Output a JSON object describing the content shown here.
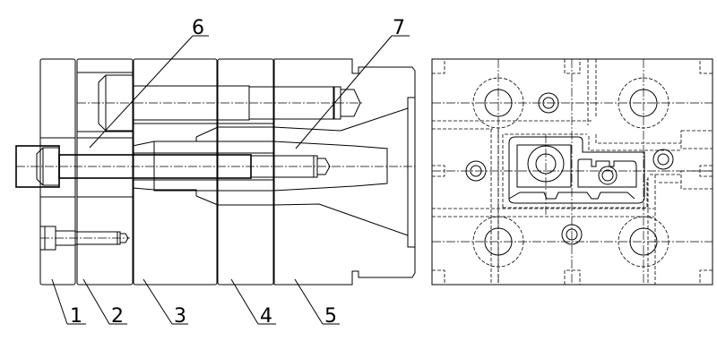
{
  "drawing": {
    "labels": {
      "p1": "1",
      "p2": "2",
      "p3": "3",
      "p4": "4",
      "p5": "5",
      "p6": "6",
      "p7": "7"
    },
    "line_color": "#000000",
    "background": "#ffffff"
  }
}
